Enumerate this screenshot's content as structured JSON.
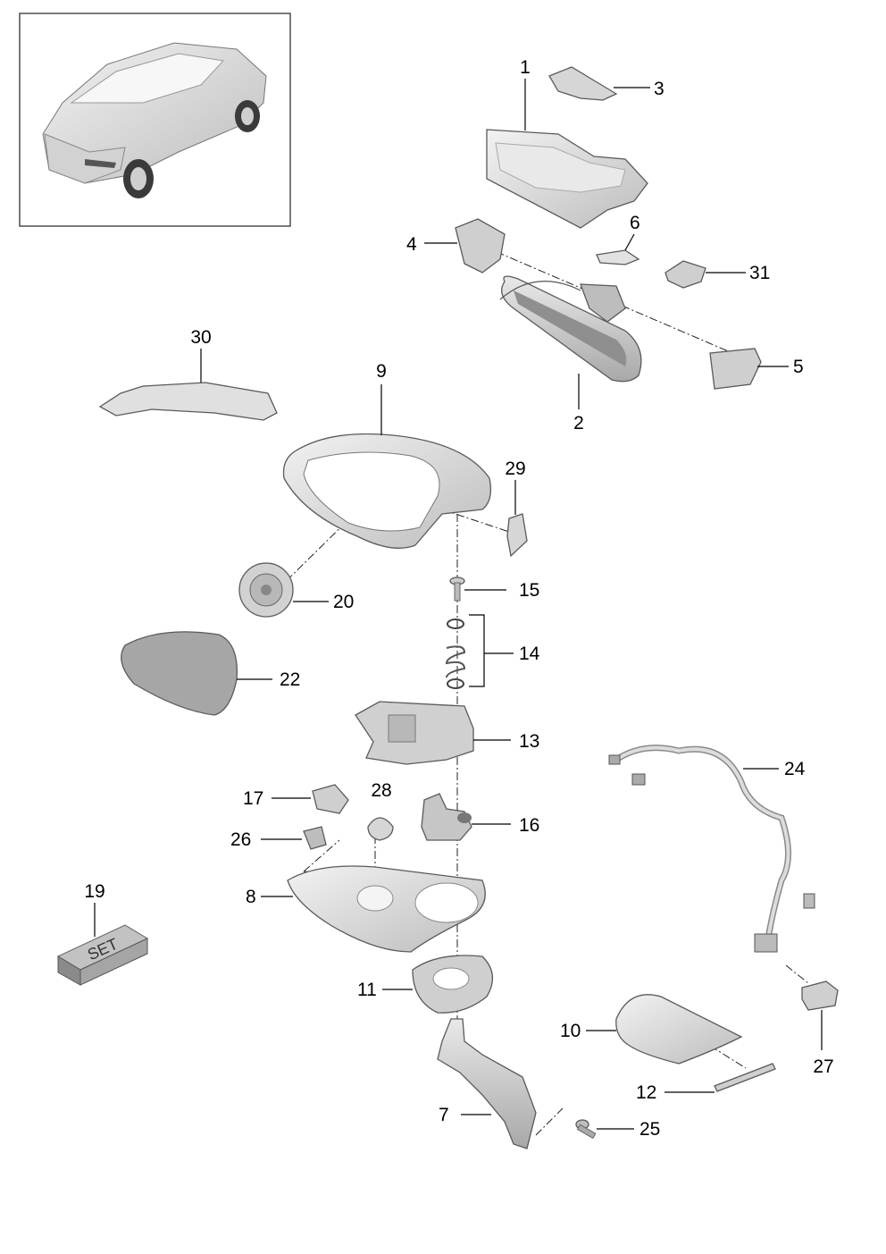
{
  "diagram": {
    "part_numbers": [
      "1",
      "2",
      "3",
      "4",
      "5",
      "6",
      "7",
      "8",
      "9",
      "10",
      "11",
      "12",
      "13",
      "14",
      "15",
      "16",
      "17",
      "19",
      "20",
      "22",
      "24",
      "25",
      "26",
      "27",
      "28",
      "29",
      "30",
      "31"
    ],
    "set_box_text": "SET",
    "inset_subject": "vehicle overview",
    "colors": {
      "line": "#000000",
      "part_fill": "#d9d9d9",
      "part_stroke": "#5a5a5a",
      "background": "#ffffff"
    }
  }
}
